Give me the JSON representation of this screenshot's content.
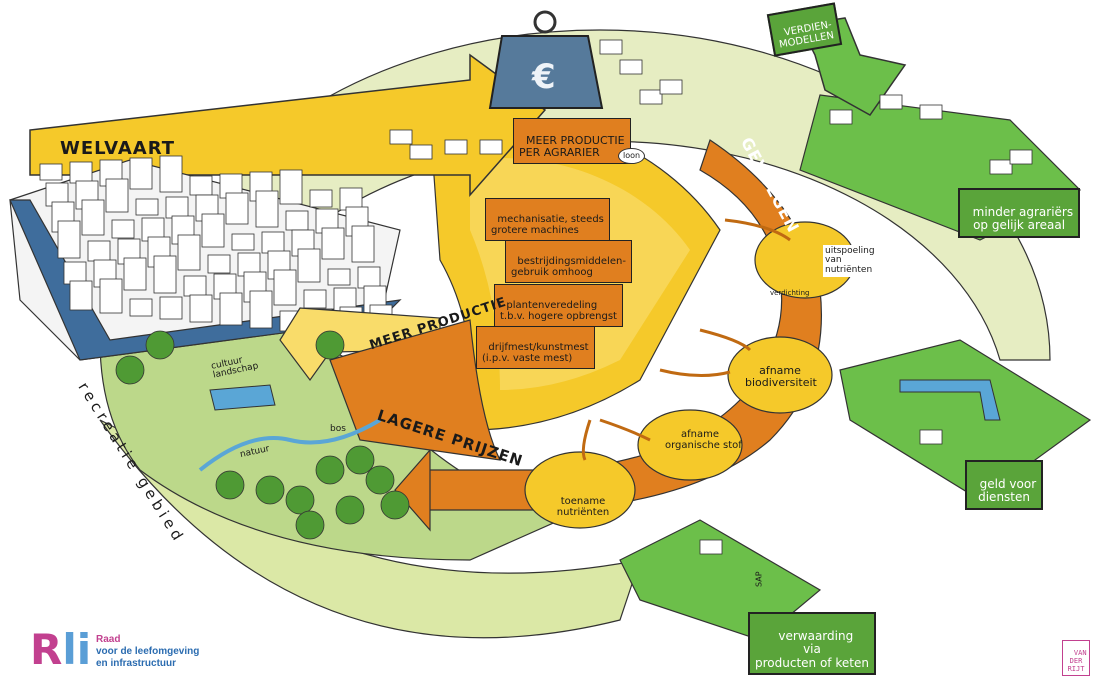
{
  "welvaart": "WELVAART",
  "meer_productie_agrariers": "MEER PRODUCTIE\nPER AGRARIER",
  "loon": "loon",
  "euro": "€",
  "gevolgen": "GEVOLGEN",
  "verdienmodellen": "VERDIEN-\nMODELLEN",
  "factors": [
    "mechanisatie, steeds\ngrotere machines",
    "bestrijdingsmiddelen-\ngebruik omhoog",
    "plantenveredeling\nt.b.v. hogere opbrengst",
    "drijfmest/kunstmest\n(i.p.v. vaste mest)"
  ],
  "meer_productie": "MEER PRODUCTIE",
  "lagere_prijzen": "LAGERE PRIJZEN",
  "effects": {
    "uitspoeling": "uitspoeling\nvan\nnutriënten",
    "verdichting": "verdichting",
    "afname_biodiversiteit": "afname\nbiodiversiteit",
    "afname_organische_stof": "afname\norganische stof",
    "toename_nutrienten": "toename\nnutriënten"
  },
  "models": {
    "minder_agrariers": "minder agrariërs\nop gelijk areaal",
    "geld_voor_diensten": "geld voor\ndiensten",
    "verwaarding": "verwaarding\nvia\nproducten of keten"
  },
  "landscape": {
    "recreatiegebied": "recreatie gebied",
    "cultuurlandschap": "cultuur\nlandschap",
    "natuur": "natuur",
    "bos": "bos"
  },
  "sap_label": "SAP",
  "logo": {
    "mark": "Rli",
    "line1": "Raad",
    "line2": "voor de leefomgeving",
    "line3": "en infrastructuur"
  },
  "signature": "VAN\nDER\nRIJT"
}
